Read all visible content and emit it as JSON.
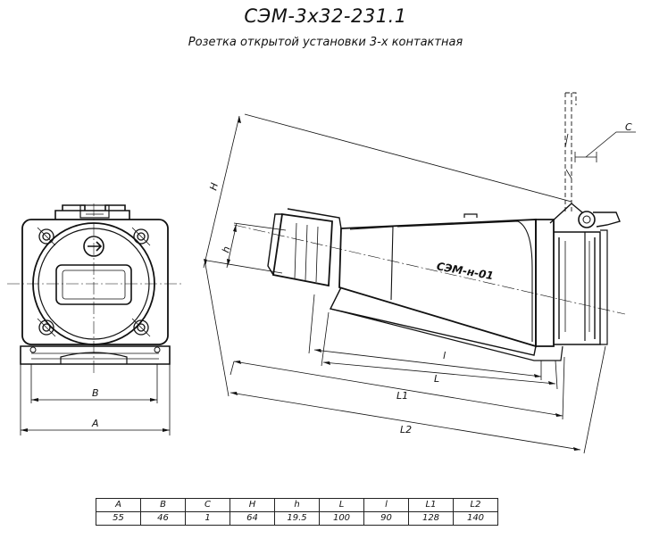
{
  "header": {
    "title": "СЭМ-3х32-231.1",
    "subtitle": "Розетка открытой установки 3-х контактная"
  },
  "drawing": {
    "front_view_dims": {
      "B": "B",
      "A": "A"
    },
    "side_view_dims": {
      "H": "H",
      "h": "h",
      "C": "C",
      "l": "l",
      "L": "L",
      "L1": "L1",
      "L2": "L2"
    },
    "body_marking": "СЭМ-н-01"
  },
  "dimension_table": {
    "headers": [
      "A",
      "B",
      "C",
      "H",
      "h",
      "L",
      "l",
      "L1",
      "L2"
    ],
    "values": [
      "55",
      "46",
      "1",
      "64",
      "19.5",
      "100",
      "90",
      "128",
      "140"
    ]
  }
}
